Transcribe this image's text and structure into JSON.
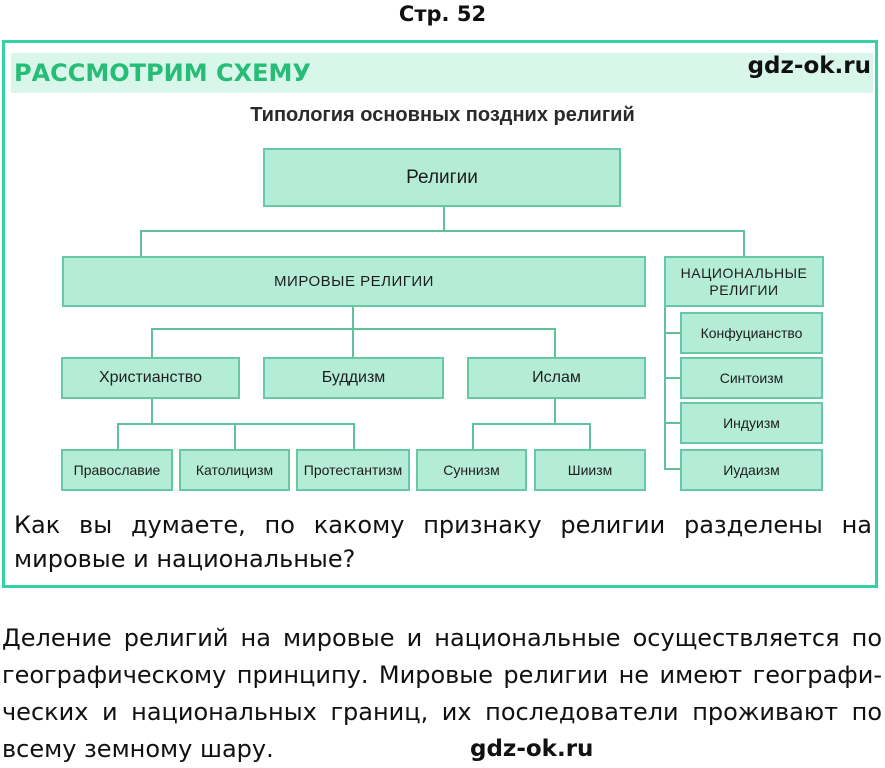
{
  "page_number": "Стр. 52",
  "section_title": "РАССМОТРИМ СХЕМУ",
  "watermark": "gdz-ok.ru",
  "diagram": {
    "title": "Типология основных поздних религий",
    "root": "Религии",
    "world": "МИРОВЫЕ РЕЛИГИИ",
    "national": "НАЦИОНАЛЬНЫЕ РЕЛИГИИ",
    "world_children": [
      "Христианство",
      "Буддизм",
      "Ислам"
    ],
    "christianity_children": [
      "Православие",
      "Католицизм",
      "Протестантизм"
    ],
    "islam_children": [
      "Суннизм",
      "Шиизм"
    ],
    "national_children": [
      "Конфуцианство",
      "Синтоизм",
      "Индуизм",
      "Иудаизм"
    ]
  },
  "question": "Как вы думаете, по какому признаку религии разделены на мировые и национальные?",
  "answer": "Деление религий на мировые и национальные осуществляется по географическому принципу. Мировые религии не имеют географи­ческих и национальных границ, их последователи проживают по всему земному шару."
}
